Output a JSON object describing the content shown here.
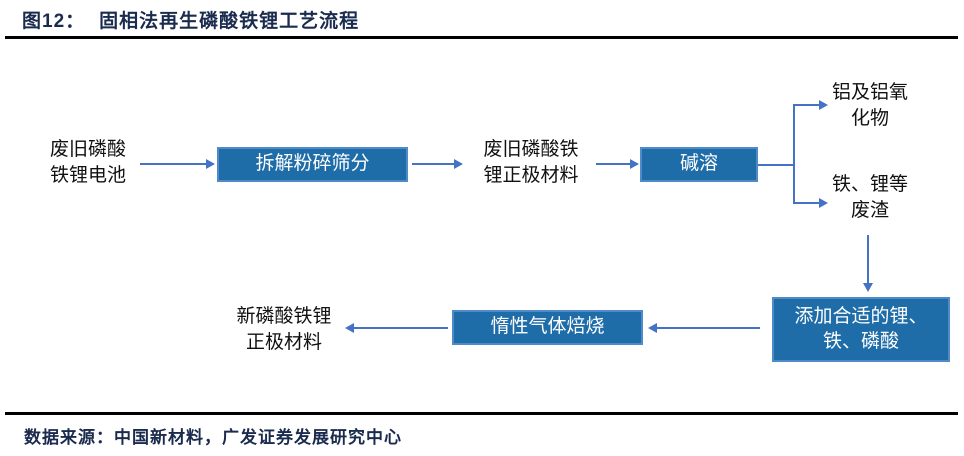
{
  "header": {
    "figure_label": "图12：",
    "title": "固相法再生磷酸铁锂工艺流程"
  },
  "footer": {
    "source": "数据来源：中国新材料，广发证券发展研究中心"
  },
  "colors": {
    "box_fill": "#1E6CA8",
    "box_border": "#4E8BC8",
    "arrow": "#4472C4",
    "heading_text": "#1a2b4e",
    "divider": "#000000",
    "box_text": "#ffffff",
    "node_text": "#111111"
  },
  "flow": {
    "waste_battery": {
      "line1": "废旧磷酸",
      "line2": "铁锂电池"
    },
    "dismantle_box": {
      "label": "拆解粉碎筛分"
    },
    "waste_cathode": {
      "line1": "废旧磷酸铁",
      "line2": "锂正极材料"
    },
    "alkali_box": {
      "label": "碱溶"
    },
    "aluminum_output": {
      "line1": "铝及铝氧",
      "line2": "化物"
    },
    "residue_output": {
      "line1": "铁、锂等",
      "line2": "废渣"
    },
    "additive_box": {
      "line1": "添加合适的锂、",
      "line2": "铁、磷酸"
    },
    "roasting_box": {
      "label": "惰性气体焙烧"
    },
    "new_cathode": {
      "line1": "新磷酸铁锂",
      "line2": "正极材料"
    }
  },
  "edges": [
    {
      "from": "waste_battery",
      "to": "dismantle_box"
    },
    {
      "from": "dismantle_box",
      "to": "waste_cathode"
    },
    {
      "from": "waste_cathode",
      "to": "alkali_box"
    },
    {
      "from": "alkali_box",
      "to": "aluminum_output"
    },
    {
      "from": "alkali_box",
      "to": "residue_output"
    },
    {
      "from": "residue_output",
      "to": "additive_box"
    },
    {
      "from": "additive_box",
      "to": "roasting_box"
    },
    {
      "from": "roasting_box",
      "to": "new_cathode"
    }
  ]
}
